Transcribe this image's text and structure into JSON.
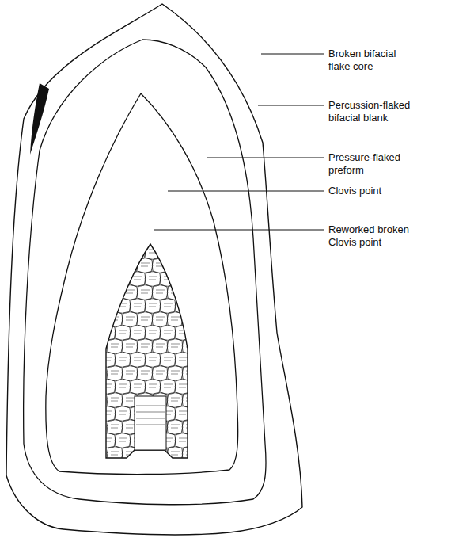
{
  "diagram": {
    "labels": [
      "Broken bifacial flake core",
      "Percussion-flaked bifacial blank",
      "Pressure-flaked preform",
      "Clovis point",
      "Reworked broken Clovis point"
    ]
  }
}
